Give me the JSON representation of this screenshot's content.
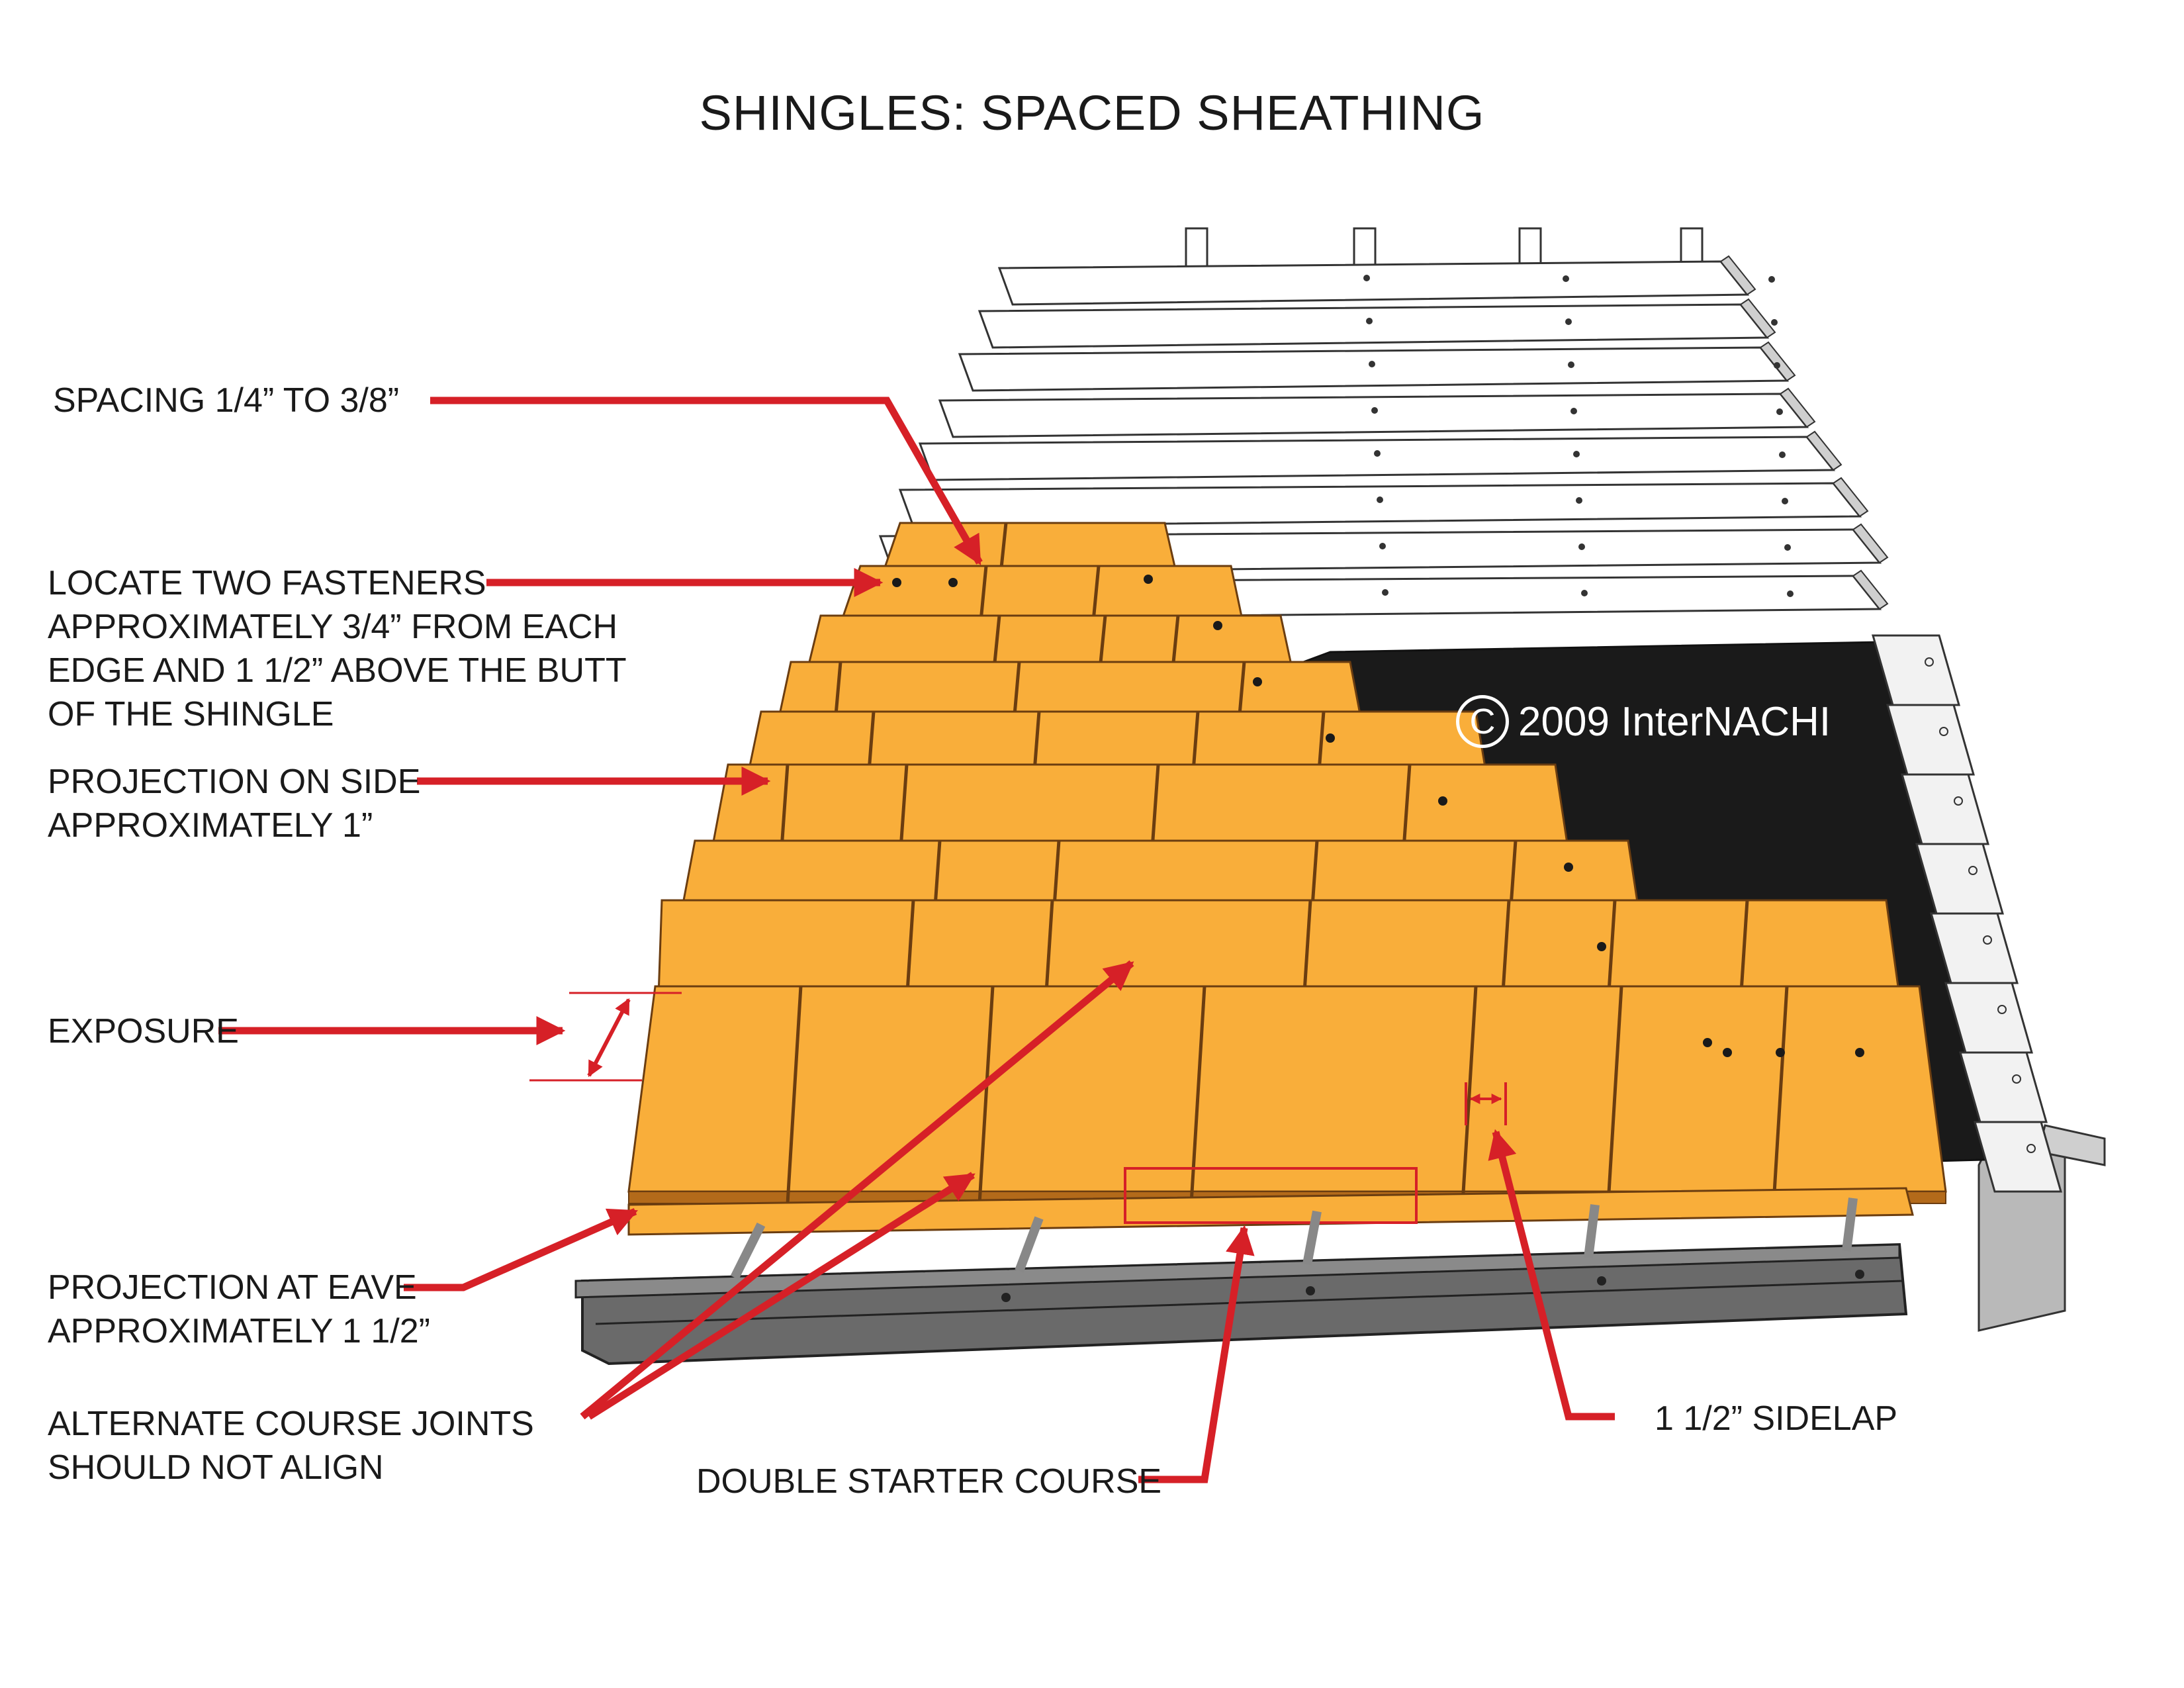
{
  "title": "SHINGLES: SPACED SHEATHING",
  "copyright": {
    "symbol": "C",
    "text": "2009  InterNACHI"
  },
  "labels": {
    "spacing": "SPACING 1/4” TO 3/8”",
    "fasteners": [
      "LOCATE TWO FASTENERS",
      "APPROXIMATELY 3/4” FROM EACH",
      "EDGE AND 1 1/2” ABOVE THE BUTT",
      "OF THE SHINGLE"
    ],
    "projection_side": [
      "PROJECTION ON SIDE",
      "APPROXIMATELY 1”"
    ],
    "exposure": "EXPOSURE",
    "projection_eave": [
      "PROJECTION AT EAVE",
      "APPROXIMATELY 1 1/2”"
    ],
    "alternate_joints": [
      "ALTERNATE COURSE JOINTS",
      "SHOULD NOT ALIGN"
    ],
    "double_starter": "DOUBLE STARTER COURSE",
    "sidelap": "1 1/2” SIDELAP"
  },
  "colors": {
    "shingle": "#F9AE3A",
    "shingle_edge": "#6b3d10",
    "underlayment": "#1a1a1a",
    "sheathing": "#ffffff",
    "gutter": "#5a5a5a",
    "callout": "#D62027"
  }
}
